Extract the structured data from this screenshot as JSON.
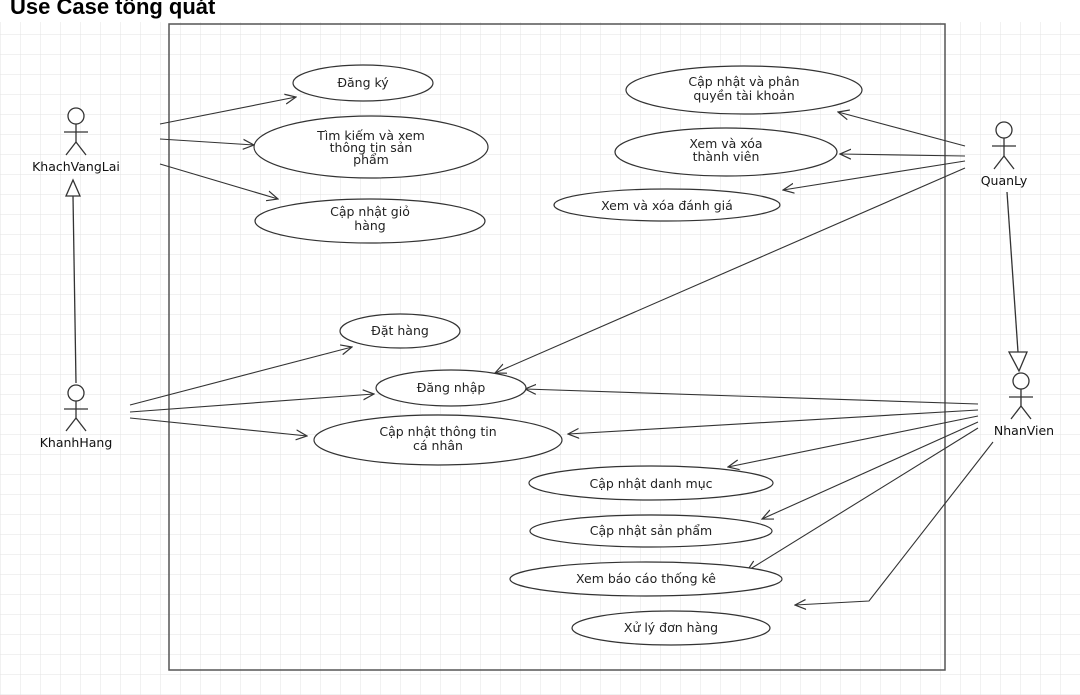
{
  "title": "Use Case tổng quát",
  "actors": {
    "khach_vang_lai": "KhachVangLai",
    "khanh_hang": "KhanhHang",
    "quan_ly": "QuanLy",
    "nhan_vien": "NhanVien"
  },
  "use_cases": {
    "dang_ky": [
      "Đăng ký"
    ],
    "tim_kiem": [
      "Tìm kiếm và xem",
      "thông tin sản",
      "phẩm"
    ],
    "cap_nhat_gio_hang": [
      "Cập nhật giỏ",
      "hàng"
    ],
    "cap_nhat_phan_quyen": [
      "Cập nhật và phân",
      "quyền tài khoản"
    ],
    "xem_xoa_thanh_vien": [
      "Xem và xóa",
      "thành viên"
    ],
    "xem_xoa_danh_gia": [
      "Xem và xóa đánh giá"
    ],
    "dat_hang": [
      "Đặt hàng"
    ],
    "dang_nhap": [
      "Đăng nhập"
    ],
    "cap_nhat_thong_tin": [
      "Cập nhật thông tin",
      "cá nhân"
    ],
    "cap_nhat_danh_muc": [
      "Cập nhật danh mục"
    ],
    "cap_nhat_san_pham": [
      "Cập nhật sản phẩm"
    ],
    "xem_bao_cao": [
      "Xem báo cáo thống kê"
    ],
    "xu_ly_don_hang": [
      "Xử lý đơn hàng"
    ]
  }
}
